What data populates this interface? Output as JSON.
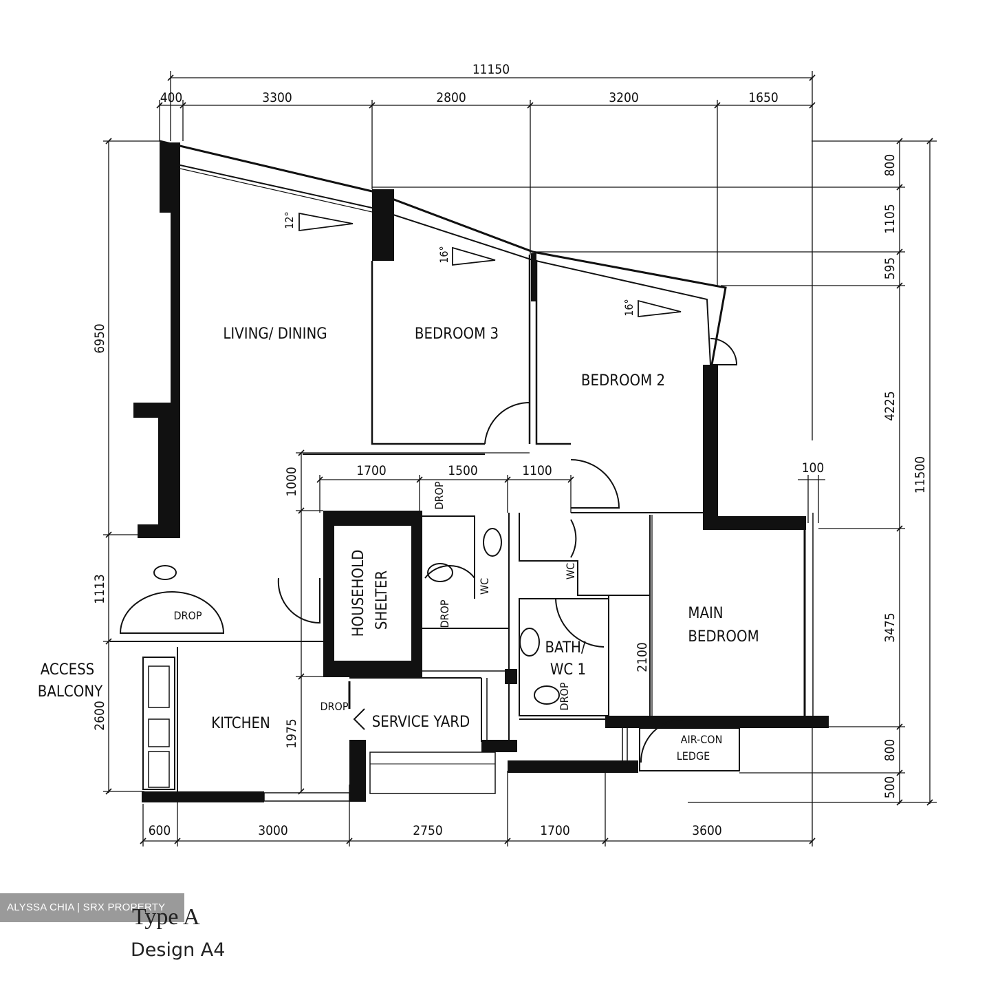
{
  "plan": {
    "dims_top": {
      "overall": "11150",
      "segments": [
        "400",
        "3300",
        "2800",
        "3200",
        "1650"
      ]
    },
    "dims_bottom": [
      "600",
      "3000",
      "2750",
      "1700",
      "3600"
    ],
    "dims_right": {
      "overall": "11500",
      "segments": [
        "800",
        "1105",
        "595",
        "4225",
        "3475",
        "800",
        "500"
      ]
    },
    "dims_left": [
      "6950",
      "1113",
      "2600"
    ],
    "dims_interior": {
      "upper_row": [
        "1700",
        "1500",
        "1100"
      ],
      "v1000": "1000",
      "v1975": "1975",
      "v2100": "2100",
      "w100": "100"
    },
    "rooms": {
      "living": "LIVING/ DINING",
      "bed3": "BEDROOM 3",
      "bed2": "BEDROOM 2",
      "main_bed_1": "MAIN",
      "main_bed_2": "BEDROOM",
      "kitchen": "KITCHEN",
      "service_yard": "SERVICE YARD",
      "bath_1": "BATH/",
      "bath_2": "WC 1",
      "aircon_1": "AIR-CON",
      "aircon_2": "LEDGE",
      "access_1": "ACCESS",
      "access_2": "BALCONY",
      "shelter_1": "HOUSEHOLD",
      "shelter_2": "SHELTER"
    },
    "labels": {
      "drop": "DROP",
      "wc": "WC",
      "angle12": "12°",
      "angle16a": "16°",
      "angle16b": "16°"
    }
  },
  "watermark": "ALYSSA CHIA | SRX PROPERTY",
  "title": {
    "type": "Type A",
    "design": "Design  A4"
  }
}
